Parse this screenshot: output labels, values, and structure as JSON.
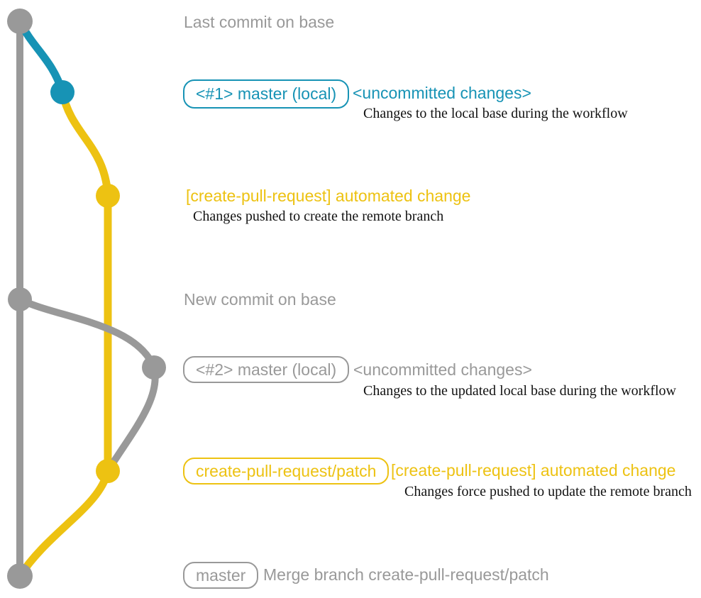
{
  "colors": {
    "bg": "#ffffff",
    "gray": "#999999",
    "blue": "#1793b5",
    "yellow": "#edc212",
    "ink": "#121212"
  },
  "rows": {
    "last_commit": {
      "title": "Last commit on base"
    },
    "uncommitted1": {
      "badge": "<#1> master (local)",
      "title": "<uncommitted changes>",
      "subtitle": "Changes to the local base during the workflow"
    },
    "patch1": {
      "title": "[create-pull-request] automated change",
      "subtitle": "Changes pushed to create the remote branch"
    },
    "new_commit": {
      "title": "New commit on base"
    },
    "uncommitted2": {
      "badge": "<#2> master (local)",
      "title": "<uncommitted changes>",
      "subtitle": "Changes to the updated local base during the workflow"
    },
    "patch2": {
      "badge": "create-pull-request/patch",
      "title": "[create-pull-request] automated change",
      "subtitle": "Changes force pushed to update the remote branch"
    },
    "merge": {
      "badge": "master",
      "title": "Merge branch create-pull-request/patch"
    }
  }
}
